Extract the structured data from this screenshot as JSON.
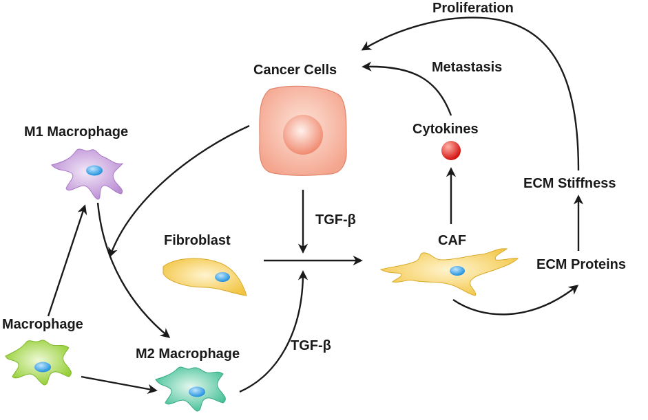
{
  "labels": {
    "proliferation": "Proliferation",
    "cancer_cells": "Cancer Cells",
    "metastasis": "Metastasis",
    "cytokines": "Cytokines",
    "m1_macrophage": "M1 Macrophage",
    "ecm_stiffness": "ECM Stiffness",
    "tgf_beta_top": "TGF-β",
    "fibroblast": "Fibroblast",
    "caf": "CAF",
    "ecm_proteins": "ECM Proteins",
    "macrophage": "Macrophage",
    "m2_macrophage": "M2 Macrophage",
    "tgf_beta_bottom": "TGF-β"
  },
  "colors": {
    "cancer_cell": "#f4a58e",
    "m1_macrophage": "#c9a3dc",
    "macrophage": "#a6d84a",
    "m2_macrophage": "#5cc9a7",
    "fibroblast": "#f6d063",
    "caf": "#f6d063",
    "nucleus": "#2f9fe6",
    "cytokine": "#e0191b",
    "arrow": "#1a1a1a"
  }
}
